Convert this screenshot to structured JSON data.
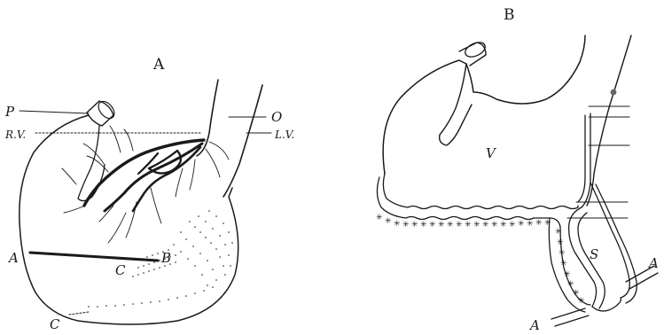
{
  "figure_a": {
    "title": "A",
    "labels": {
      "p": "P",
      "rv": "R.V.",
      "o": "O",
      "lv": "L.V.",
      "a": "A",
      "b": "B",
      "c_inner": "C",
      "c_lower": "C"
    }
  },
  "figure_b": {
    "title": "B",
    "labels": {
      "v": "V",
      "s": "S",
      "a_bottom": "A",
      "a_right": "A"
    }
  },
  "colors": {
    "ink": "#1a1a1a",
    "background": "#ffffff"
  }
}
